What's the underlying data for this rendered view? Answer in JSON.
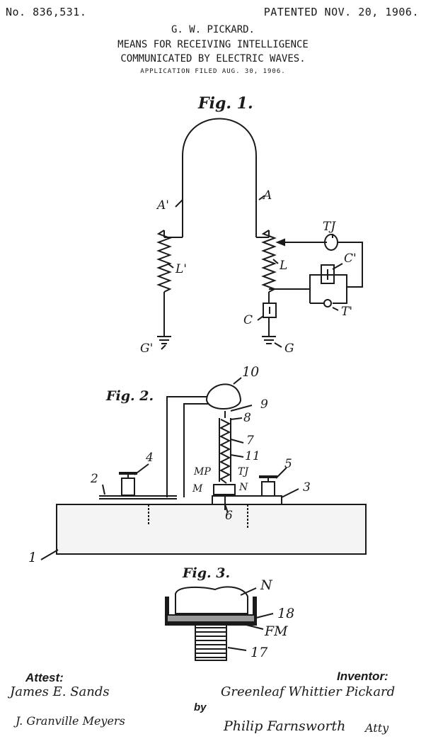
{
  "header": {
    "patent_no": "No. 836,531.",
    "patented": "PATENTED NOV. 20, 1906."
  },
  "title": {
    "inventor": "G. W. PICKARD.",
    "line1": "MEANS FOR RECEIVING INTELLIGENCE",
    "line2": "COMMUNICATED BY ELECTRIC WAVES.",
    "filed": "APPLICATION FILED AUG. 30, 1906."
  },
  "fig1": {
    "label": "Fig. 1.",
    "refs": {
      "a_prime": "A'",
      "a": "A",
      "l_prime": "L'",
      "l": "L",
      "tj": "TJ",
      "c_prime": "C'",
      "c": "C",
      "t_prime": "T'",
      "g_left": "G'",
      "g_right": "G"
    }
  },
  "fig2": {
    "label": "Fig. 2.",
    "refs": {
      "r10": "10",
      "r9": "9",
      "r8": "8",
      "r7": "7",
      "r11": "11",
      "r4": "4",
      "r5": "5",
      "r2": "2",
      "r3": "3",
      "r6": "6",
      "r1": "1",
      "mp": "MP",
      "tj": "TJ",
      "m": "M",
      "n": "N"
    }
  },
  "fig3": {
    "label": "Fig. 3.",
    "refs": {
      "n": "N",
      "r18": "18",
      "fm": "FM",
      "r17": "17"
    }
  },
  "signatures": {
    "attest_label": "Attest:",
    "inventor_label": "Inventor:",
    "by_label": "by",
    "witness1": "James E. Sands",
    "witness2": "J. Granville Meyers",
    "inventor_name": "Greenleaf Whittier Pickard",
    "attorney_name": "Philip Farnsworth",
    "attorney_suffix": "Atty"
  }
}
